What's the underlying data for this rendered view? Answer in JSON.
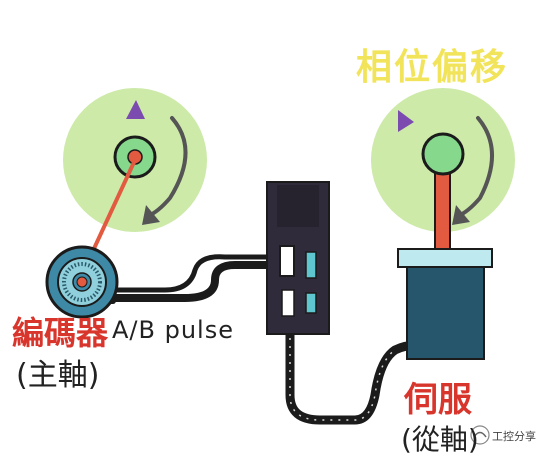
{
  "labels": {
    "phase_offset": "相位偏移",
    "encoder": "編碼器",
    "encoder_sub": "(主軸)",
    "signal": "A/B pulse",
    "servo": "伺服",
    "servo_sub": "(從軸)",
    "watermark": "工控分享"
  },
  "colors": {
    "disc": "#cdeaa9",
    "hub": "#86d98c",
    "shaft": "#e25a3f",
    "arrow": "#555555",
    "marker": "#7b4bb0",
    "drive_body": "#2f2b3a",
    "drive_port": "#5fc6cf",
    "servo_body": "#25566b",
    "servo_flange": "#bde9ef",
    "cable": "#1b1b1b",
    "encoder_body": "#3e8aa6"
  }
}
